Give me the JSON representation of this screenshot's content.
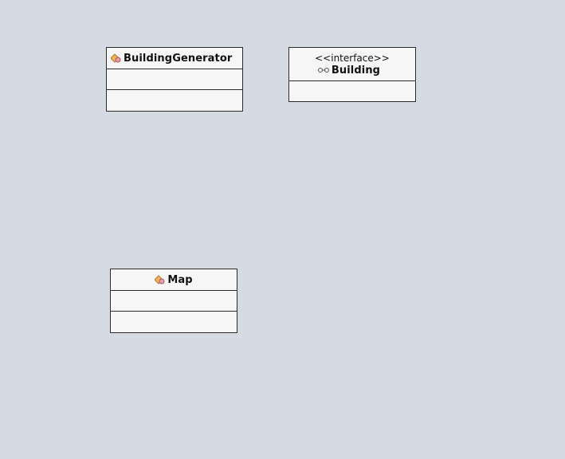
{
  "diagram": {
    "classes": [
      {
        "key": "building_generator",
        "name": "BuildingGenerator",
        "icon": "class-icon"
      },
      {
        "key": "building",
        "stereotype": "<<interface>>",
        "name": "Building",
        "icon": "interface-icon"
      },
      {
        "key": "map",
        "name": "Map",
        "icon": "class-icon"
      }
    ]
  }
}
